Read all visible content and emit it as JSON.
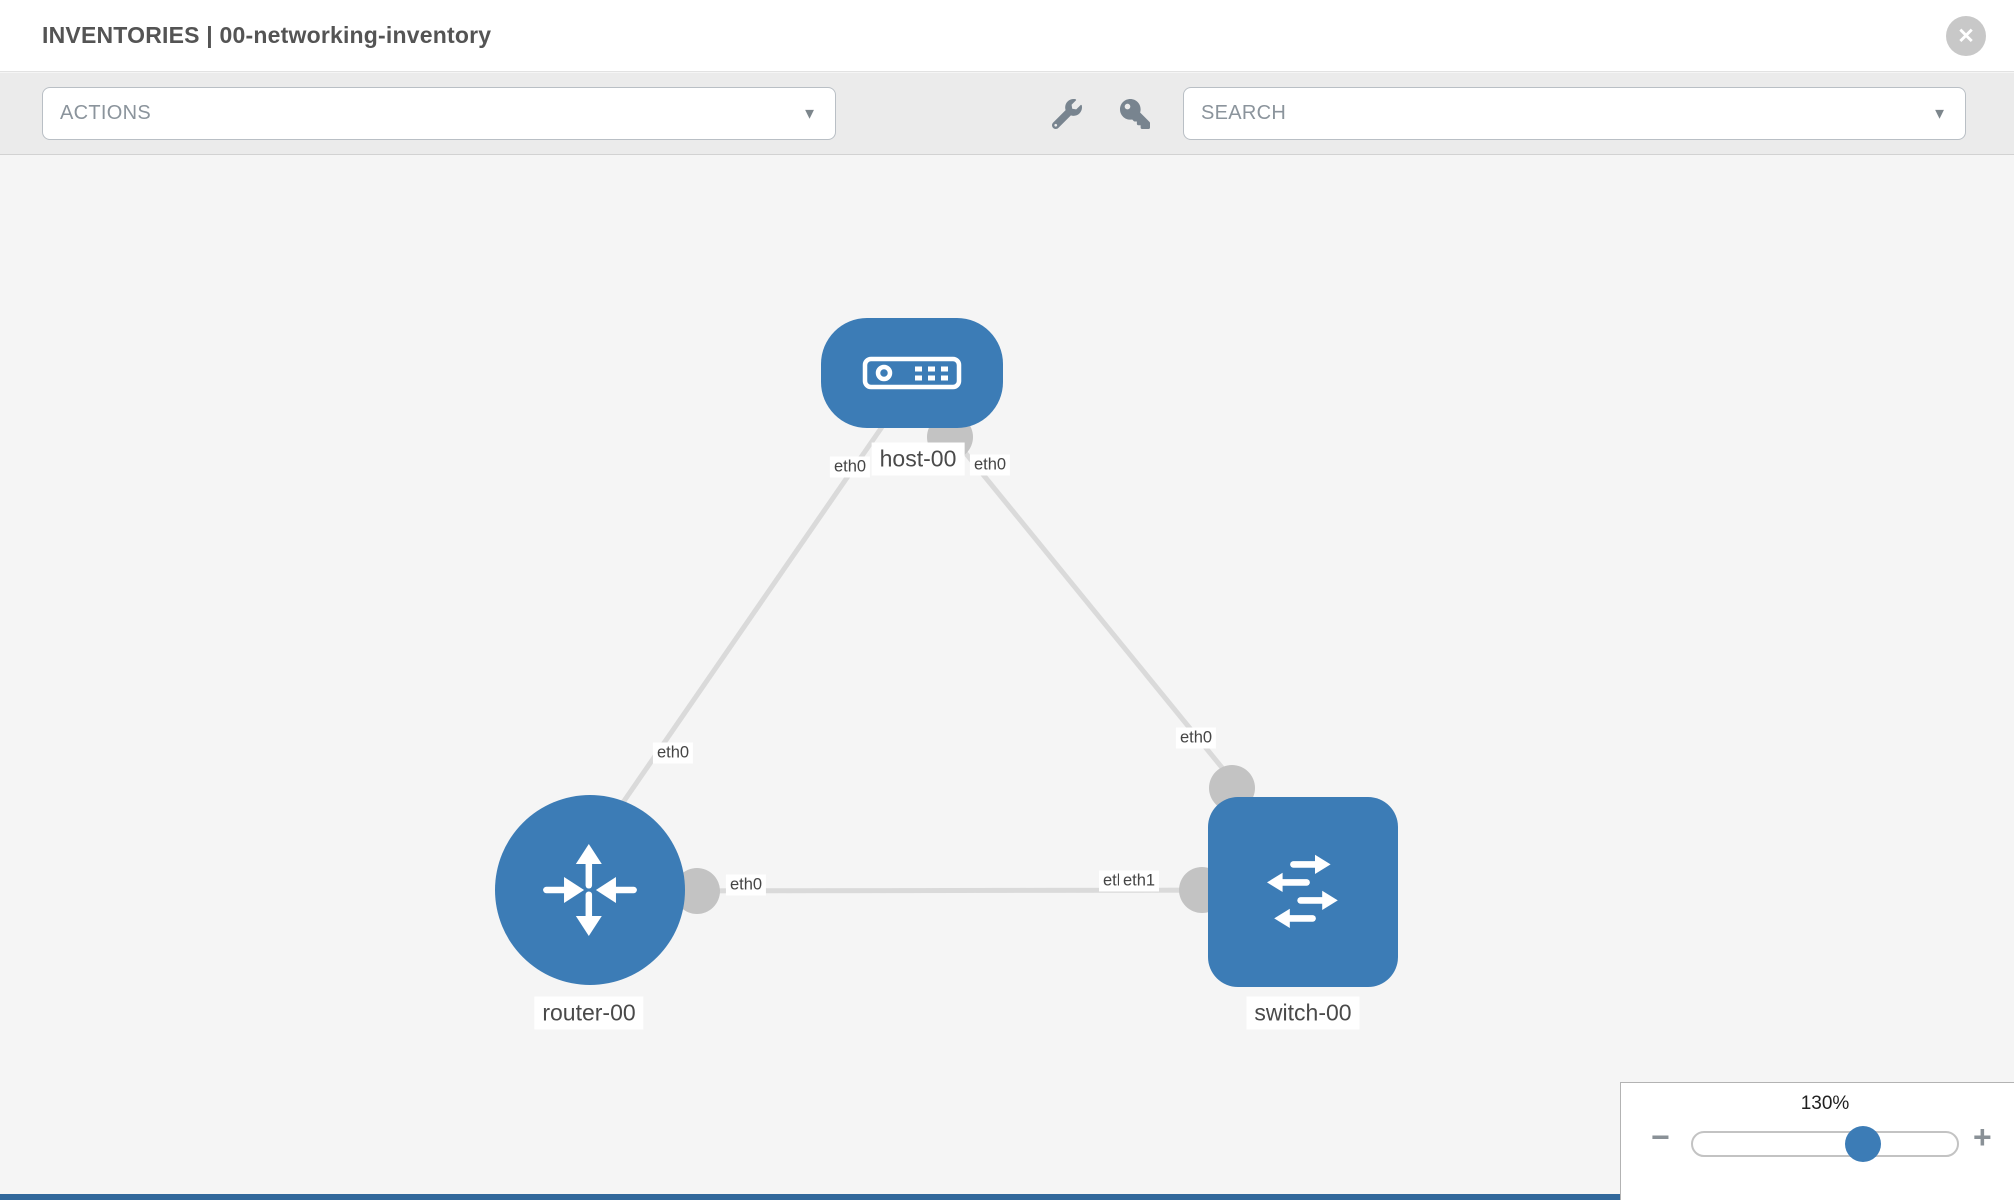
{
  "header": {
    "title_prefix": "INVENTORIES",
    "title_separator": "|",
    "inventory_name": "00-networking-inventory"
  },
  "toolbar": {
    "actions_label": "ACTIONS",
    "search_label": "SEARCH",
    "tool_icons": [
      "wrench-icon",
      "key-icon"
    ]
  },
  "topology": {
    "nodes": [
      {
        "id": "host-00",
        "label": "host-00",
        "type": "host"
      },
      {
        "id": "router-00",
        "label": "router-00",
        "type": "router"
      },
      {
        "id": "switch-00",
        "label": "switch-00",
        "type": "switch"
      }
    ],
    "links": [
      {
        "from": "host-00",
        "to": "router-00",
        "from_interface": "eth0",
        "to_interface": "eth0"
      },
      {
        "from": "host-00",
        "to": "switch-00",
        "from_interface": "eth0",
        "to_interface": "eth0"
      },
      {
        "from": "router-00",
        "to": "switch-00",
        "from_interface": "eth0",
        "to_interface": "eth1",
        "to_interface_overlapped": "eth0"
      }
    ]
  },
  "zoom_control": {
    "level": "130%",
    "minus_glyph": "−",
    "plus_glyph": "+"
  },
  "icons": {
    "close_glyph": "✕",
    "chevron_glyph": "▼"
  },
  "colors": {
    "node_blue": "#3c7cb6",
    "link_gray": "#dadada",
    "endpoint_gray": "#c3c3c3",
    "toolbar_gray": "#ebebeb"
  }
}
